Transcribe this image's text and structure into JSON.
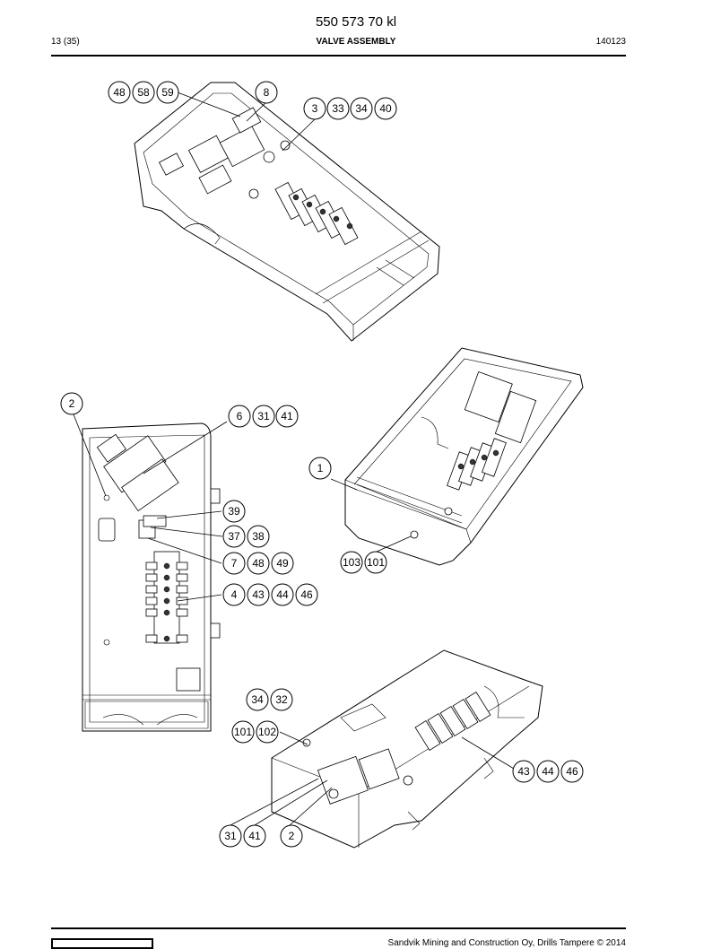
{
  "header": {
    "doc_number": "550 573 70 kl",
    "page": "13 (35)",
    "title": "VALVE ASSEMBLY",
    "date": "140123"
  },
  "footer": {
    "copyright": "Sandvik Mining and Construction Oy, Drills Tampere © 2014"
  },
  "callouts": {
    "view1": [
      "48",
      "58",
      "59",
      "8",
      "3",
      "33",
      "34",
      "40"
    ],
    "view2": [
      "2",
      "6",
      "31",
      "41",
      "39",
      "37",
      "38",
      "7",
      "48",
      "49",
      "4",
      "43",
      "44",
      "46"
    ],
    "view3": [
      "1",
      "103",
      "101"
    ],
    "view4": [
      "34",
      "32",
      "101",
      "102",
      "43",
      "44",
      "46",
      "31",
      "41",
      "2"
    ]
  }
}
